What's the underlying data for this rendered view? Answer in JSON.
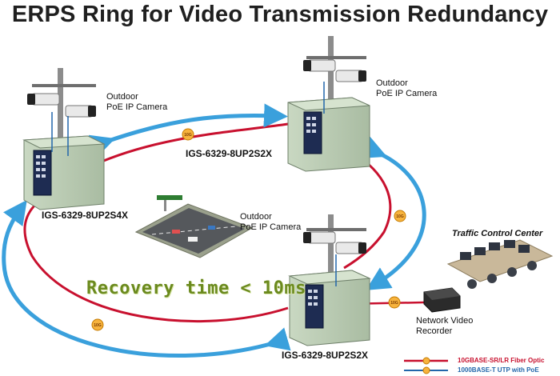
{
  "title": "ERPS Ring for Video Transmission Redundancy",
  "cameras": [
    {
      "label_line1": "Outdoor",
      "label_line2": "PoE IP Camera"
    },
    {
      "label_line1": "Outdoor",
      "label_line2": "PoE IP Camera"
    },
    {
      "label_line1": "Outdoor",
      "label_line2": "PoE IP Camera"
    }
  ],
  "switches": {
    "left": "IGS-6329-8UP2S4X",
    "top_right": "IGS-6329-8UP2S2X",
    "bottom_right": "IGS-6329-8UP2S2X"
  },
  "recovery_text": "Recovery time < 10ms",
  "control_center": "Traffic Control Center",
  "nvr": {
    "line1": "Network Video",
    "line2": "Recorder"
  },
  "badge_text": "10G",
  "legend": {
    "fiber": "10GBASE-SR/LR Fiber Optic",
    "utp": "1000BASE-T UTP with PoE"
  },
  "colors": {
    "fiber": "#c8102e",
    "utp": "#2266aa",
    "arrow": "#3aa0dc",
    "cabinet": "#b7c9b0",
    "recovery": "#6b8a1e"
  }
}
